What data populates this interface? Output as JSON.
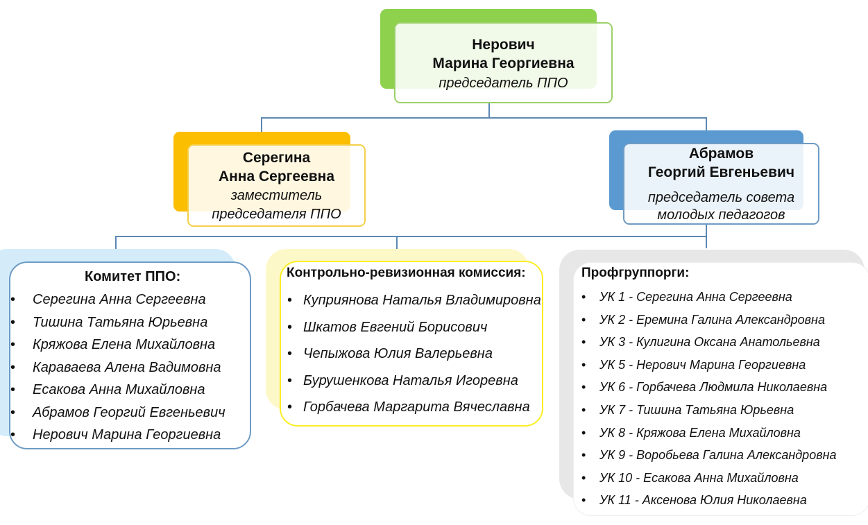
{
  "chairman": {
    "surname": "Нерович",
    "name": "Марина Георгиевна",
    "role": "председатель ППО"
  },
  "deputy": {
    "surname": "Серегина",
    "name": "Анна Сергеевна",
    "role_line1": "заместитель",
    "role_line2": "председателя ППО"
  },
  "young_council": {
    "surname": "Абрамов",
    "name": "Георгий Евгеньевич",
    "role_line1": "председатель совета",
    "role_line2": "молодых педагогов"
  },
  "committee": {
    "title": "Комитет ППО:",
    "bullet": "•",
    "members": [
      "Серегина Анна Сергеевна",
      "Тишина Татьяна Юрьевна",
      "Кряжова Елена Михайловна",
      "Караваева Алена Вадимовна",
      "Есакова Анна Михайловна",
      "Абрамов Георгий Евгеньевич",
      "Нерович Марина Георгиевна"
    ]
  },
  "audit_commission": {
    "title": "Контрольно-ревизионная комиссия:",
    "bullet": "•",
    "members": [
      "Куприянова Наталья Владимировна",
      "Шкатов Евгений Борисович",
      "Чепыжова Юлия Валерьевна",
      "Бурушенкова Наталья Игоревна",
      "Горбачева Маргарита Вячеславна"
    ]
  },
  "union_organizers": {
    "title": "Профгруппорги:",
    "bullet": "•",
    "members": [
      "УК 1 -  Серегина Анна Сергеевна",
      "УК 2 - Еремина Галина Александровна",
      "УК 3 - Кулигина Оксана Анатольевна",
      "УК 5 - Нерович Марина Георгиевна",
      "УК 6 - Горбачева Людмила Николаевна",
      "УК 7 - Тишина Татьяна Юрьевна",
      "УК 8 - Кряжова Елена Михайловна",
      "УК 9 - Воробьева Галина Александровна",
      "УК 10 - Есакова Анна Михайловна",
      "УК 11 - Аксенова Юлия Николаевна"
    ]
  },
  "colors": {
    "green": "#8ed14d",
    "green_border": "#9bd16a",
    "orange": "#fcbe00",
    "yellow_border": "#f6cf4a",
    "blue": "#5b99d1",
    "blue_border": "#6e9bc4",
    "light_blue": "#d4ecfa",
    "light_yellow": "#fdf8c8",
    "bright_yellow": "#fbee22",
    "light_gray": "#e7e7e7",
    "connector": "#5b88b3"
  }
}
